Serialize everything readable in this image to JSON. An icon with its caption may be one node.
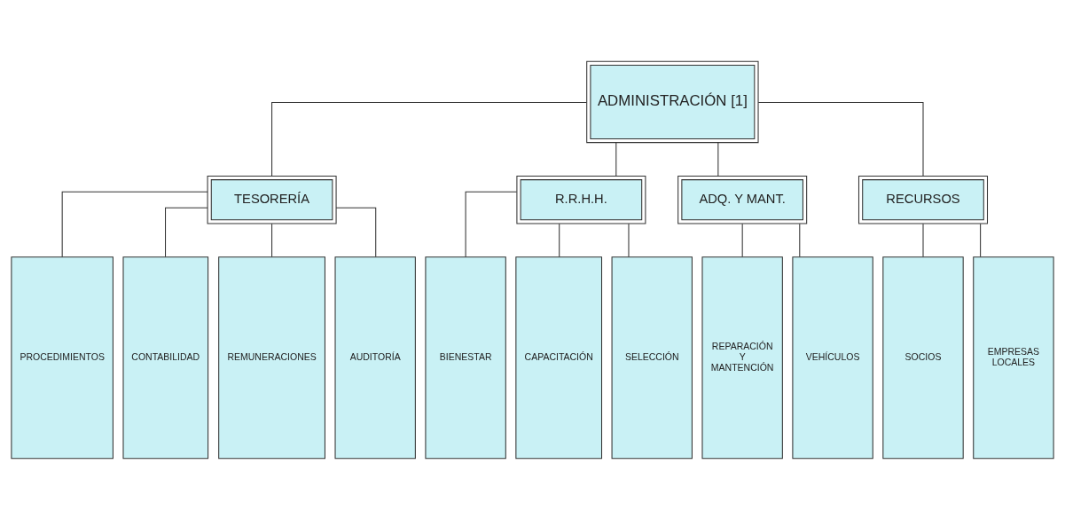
{
  "diagram": {
    "nodes": [
      {
        "text": [
          "ADMINISTRACIÓN [1]"
        ]
      },
      {
        "text": [
          "TESORERÍA"
        ]
      },
      {
        "text": [
          "R.R.H.H."
        ]
      },
      {
        "text": [
          "ADQ. Y MANT."
        ]
      },
      {
        "text": [
          "RECURSOS"
        ]
      },
      {
        "text": [
          "PROCEDIMIENTOS"
        ]
      },
      {
        "text": [
          "CONTABILIDAD"
        ]
      },
      {
        "text": [
          "REMUNERACIONES"
        ]
      },
      {
        "text": [
          "AUDITORÍA"
        ]
      },
      {
        "text": [
          "BIENESTAR"
        ]
      },
      {
        "text": [
          "CAPACITACIÓN"
        ]
      },
      {
        "text": [
          "SELECCIÓN"
        ]
      },
      {
        "text": [
          "REPARACIÓN Y MANTENCIÓN"
        ]
      },
      {
        "text": [
          "VEHÍCULOS"
        ]
      },
      {
        "text": [
          "SOCIOS"
        ]
      },
      {
        "text": [
          "EMPRESAS LOCALES"
        ]
      }
    ],
    "edges": [
      {
        "from": 0,
        "to": 1,
        "arrow": "none"
      },
      {
        "from": 0,
        "to": 2,
        "arrow": "none"
      },
      {
        "from": 0,
        "to": 3,
        "arrow": "none"
      },
      {
        "from": 0,
        "to": 4,
        "arrow": "none"
      },
      {
        "from": 1,
        "to": 5,
        "arrow": "none"
      },
      {
        "from": 1,
        "to": 6,
        "arrow": "none"
      },
      {
        "from": 1,
        "to": 7,
        "arrow": "none"
      },
      {
        "from": 1,
        "to": 8,
        "arrow": "none"
      },
      {
        "from": 2,
        "to": 9,
        "arrow": "none"
      },
      {
        "from": 2,
        "to": 10,
        "arrow": "none"
      },
      {
        "from": 2,
        "to": 11,
        "arrow": "none"
      },
      {
        "from": 3,
        "to": 12,
        "arrow": "none"
      },
      {
        "from": 3,
        "to": 13,
        "arrow": "none"
      },
      {
        "from": 4,
        "to": 14,
        "arrow": "none"
      },
      {
        "from": 4,
        "to": 15,
        "arrow": "none"
      }
    ]
  }
}
